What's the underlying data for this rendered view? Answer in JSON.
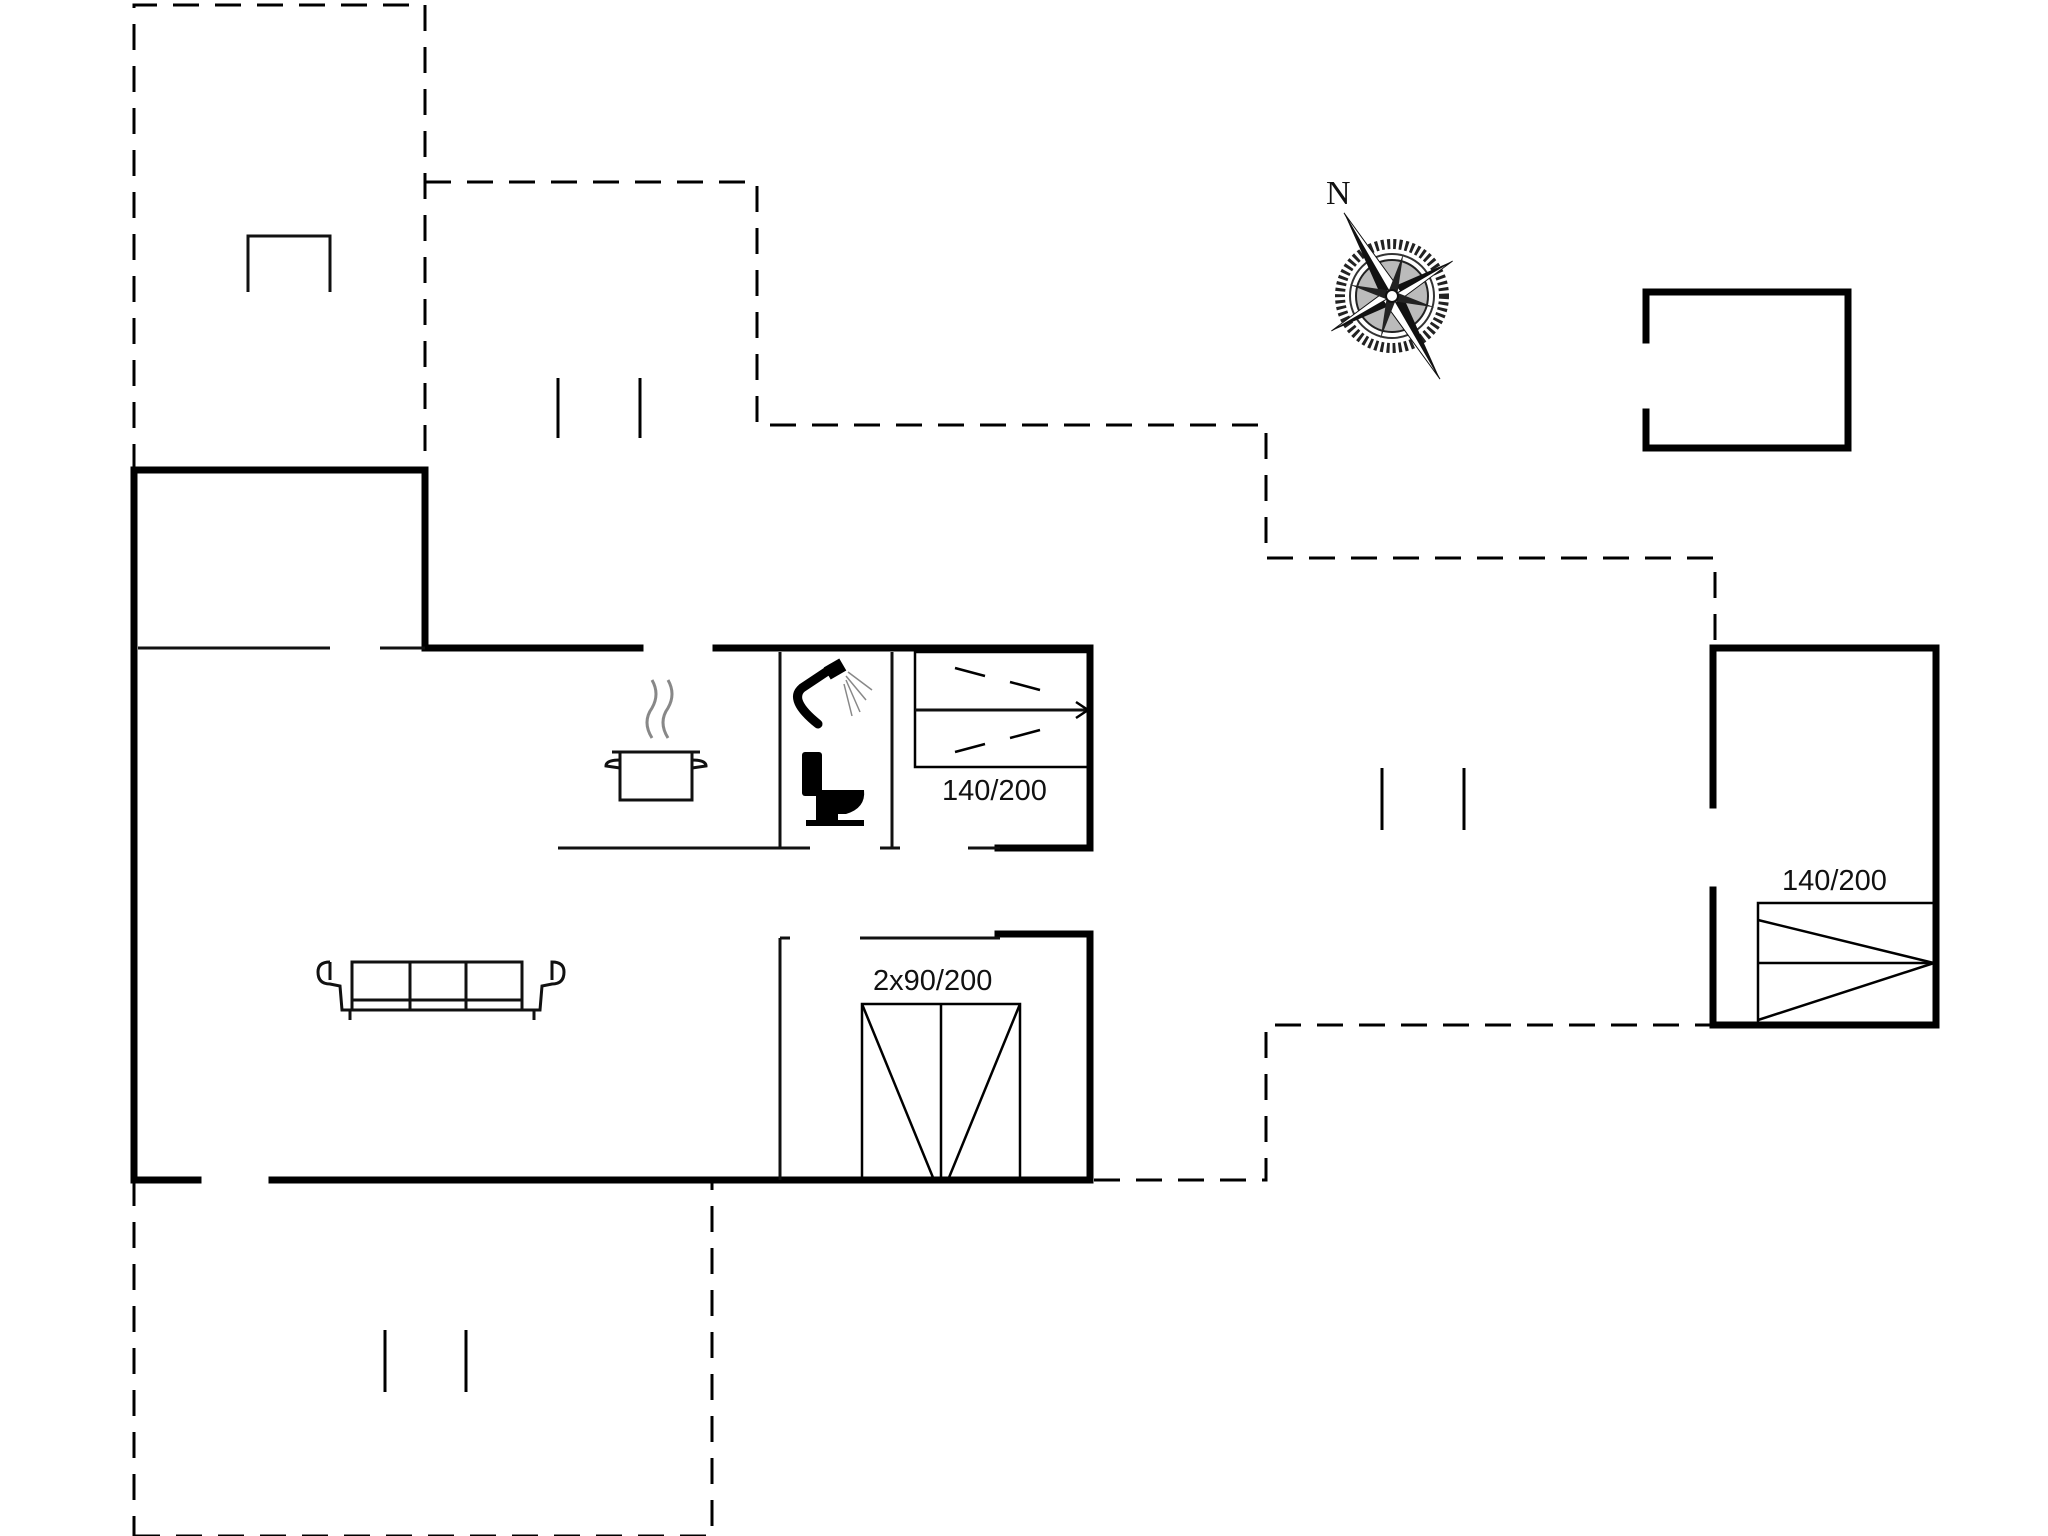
{
  "compass": {
    "north_label": "N"
  },
  "beds": [
    {
      "id": "bed-1",
      "size_label": "140/200"
    },
    {
      "id": "bed-2",
      "size_label": "2x90/200"
    },
    {
      "id": "bed-3",
      "size_label": "140/200"
    }
  ],
  "icons": [
    "kitchen-pot-icon",
    "shower-icon",
    "toilet-icon",
    "sofa-icon",
    "compass-rose-icon"
  ],
  "colors": {
    "line": "#000000",
    "background": "#ffffff"
  }
}
